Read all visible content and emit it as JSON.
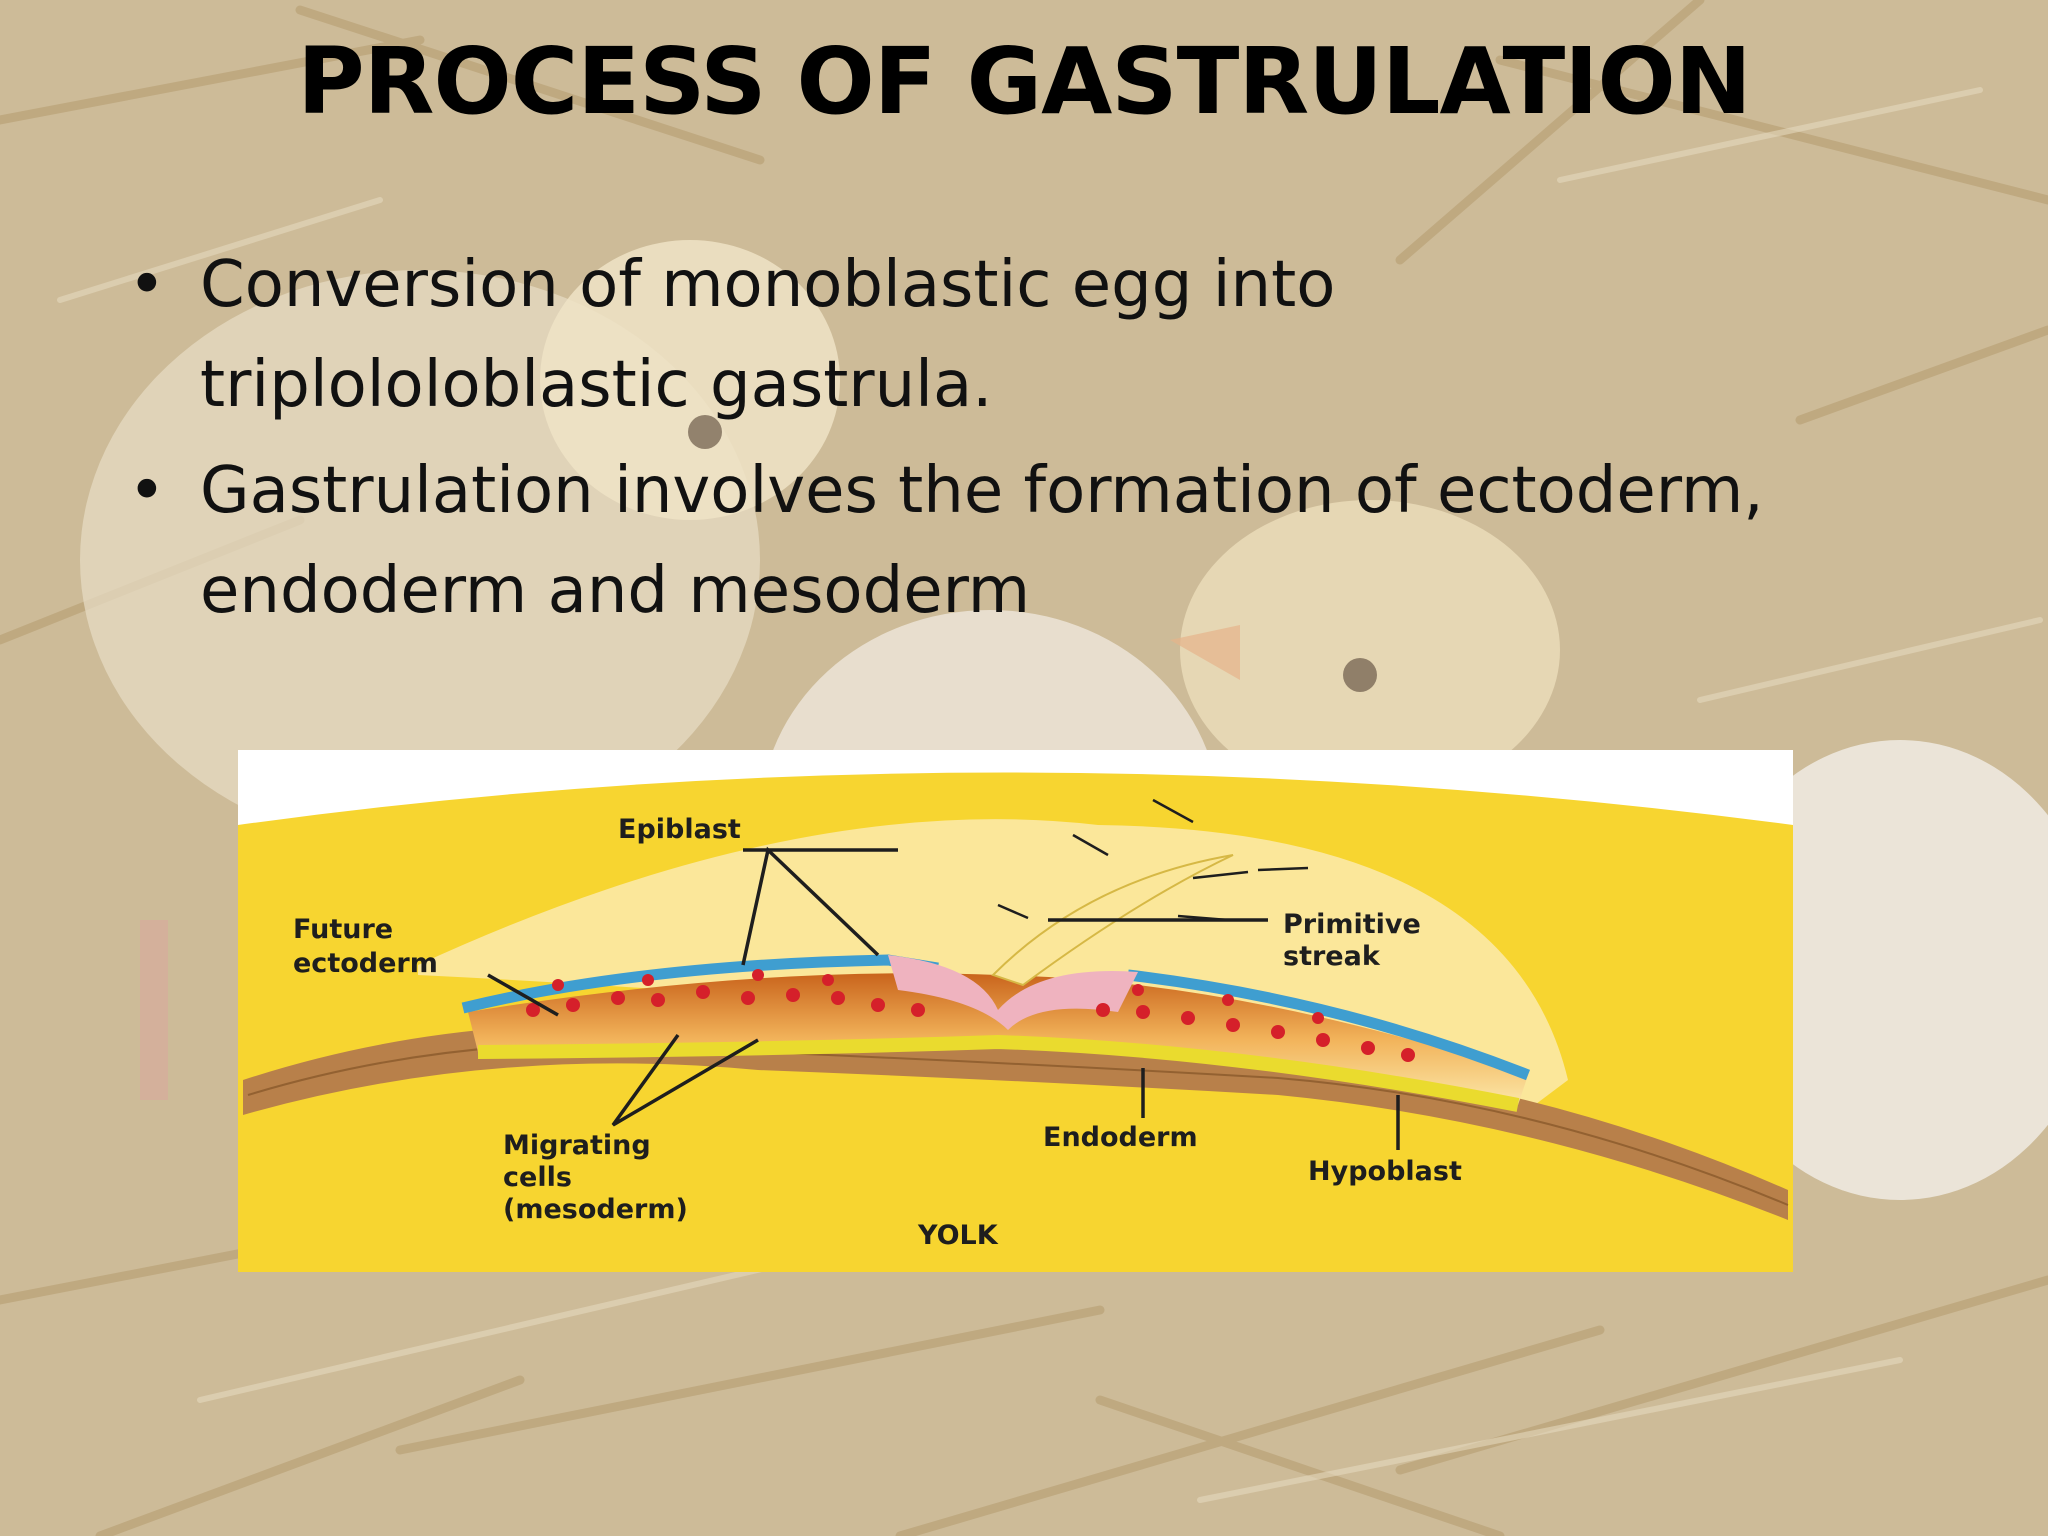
{
  "slide": {
    "title": "PROCESS OF GASTRULATION",
    "bullets": [
      "Conversion of monoblastic egg into triplololoblastic gastrula.",
      " Gastrulation involves the formation of ectoderm, endoderm and mesoderm"
    ],
    "bullet_marker": "•"
  },
  "diagram": {
    "labels": {
      "epiblast": "Epiblast",
      "future_ectoderm_1": "Future",
      "future_ectoderm_2": "ectoderm",
      "primitive_streak_1": "Primitive",
      "primitive_streak_2": "streak",
      "migrating_1": "Migrating",
      "migrating_2": "cells",
      "migrating_3": "(mesoderm)",
      "endoderm": "Endoderm",
      "hypoblast": "Hypoblast",
      "yolk": "YOLK"
    },
    "colors": {
      "yolk": "#f7d530",
      "ectoderm": "#3f9ed0",
      "mesoderm_cells": "#d5202a",
      "streak": "#efb3bf",
      "hypoblast": "#b8804a",
      "endoderm": "#eadb2e"
    }
  }
}
